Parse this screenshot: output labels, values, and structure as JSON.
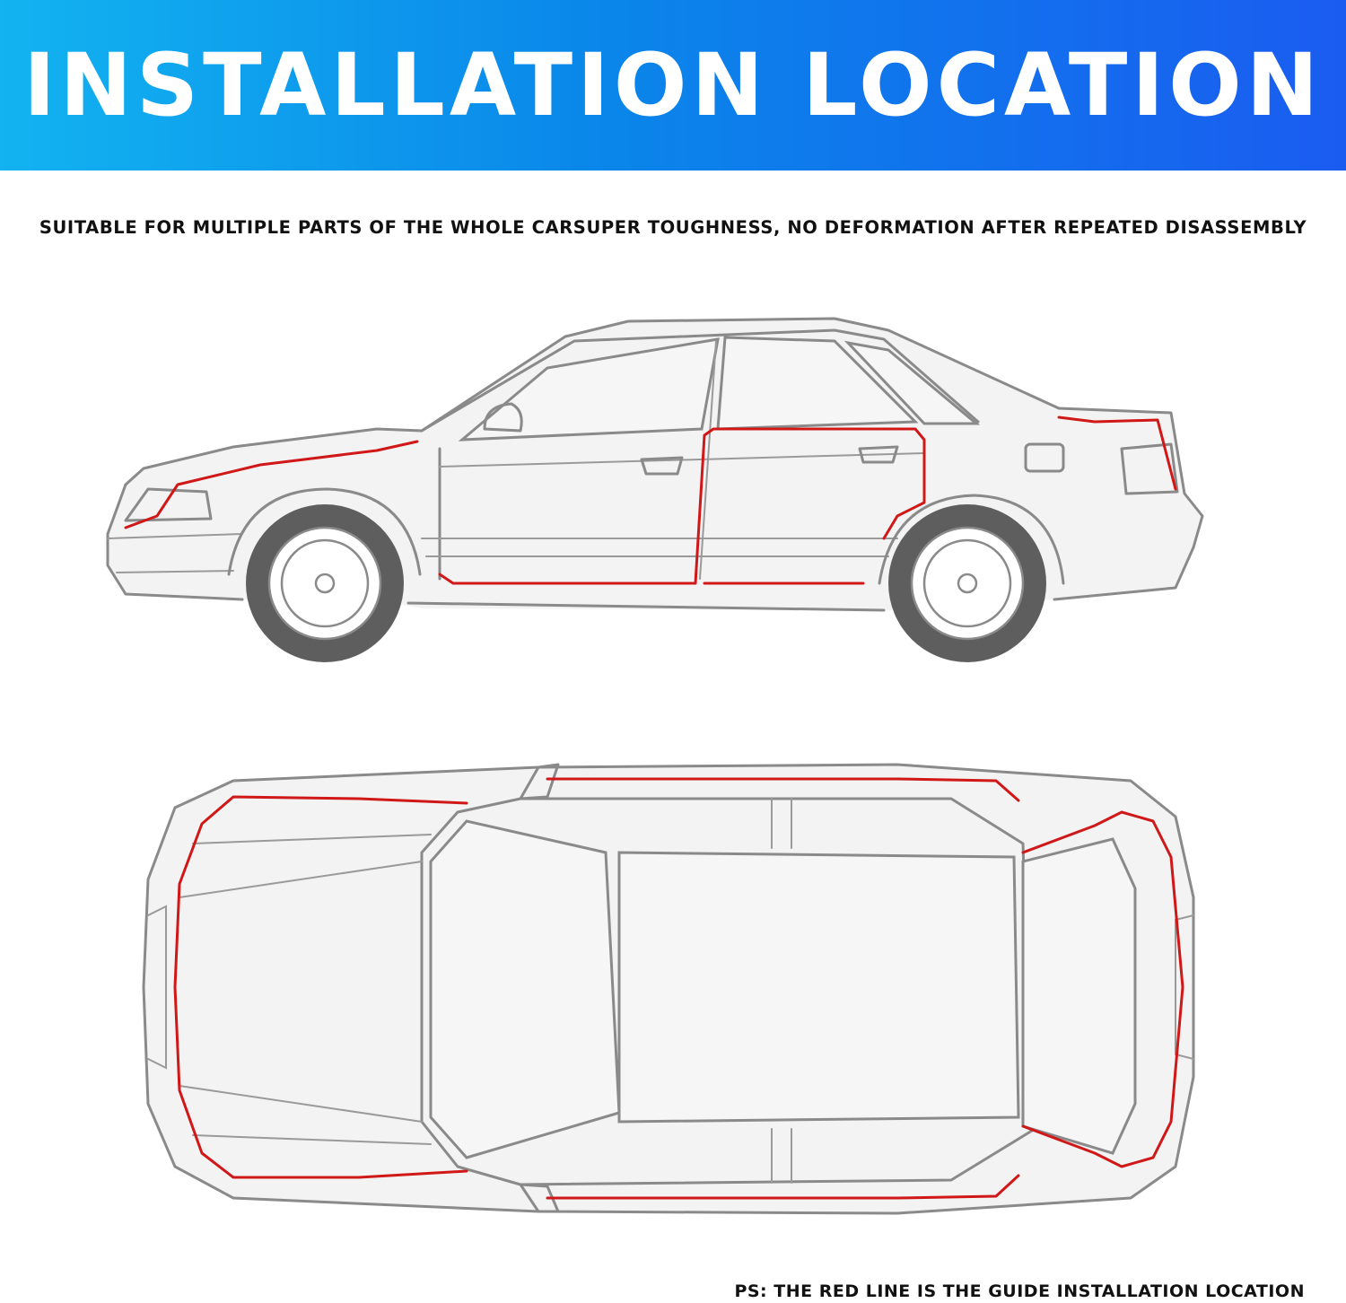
{
  "header": {
    "title": "INSTALLATION LOCATION",
    "background_start": "#12b3f0",
    "background_end": "#1a5cf0",
    "text_color": "#ffffff"
  },
  "subtitle": "SUITABLE FOR MULTIPLE PARTS OF THE WHOLE CARSUPER TOUGHNESS, NO DEFORMATION AFTER REPEATED DISASSEMBLY",
  "footnote": "PS: THE RED LINE IS THE GUIDE INSTALLATION LOCATION",
  "colors": {
    "guide_line": "#d01818",
    "outline": "#8a8a8a",
    "tire": "#5e5e5e"
  }
}
